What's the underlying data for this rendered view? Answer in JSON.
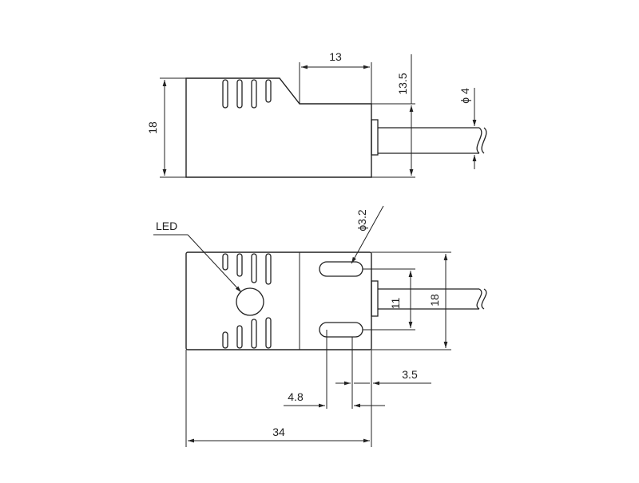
{
  "labels": {
    "led": "LED",
    "phi_cable": "ϕ 4",
    "phi_hole": "ϕ3.2"
  },
  "dimensions": {
    "top_width": "13",
    "top_height": "13.5",
    "side_height": "18",
    "hole_spacing": "11",
    "front_height": "18",
    "offset_3_5": "3.5",
    "offset_4_8": "4.8",
    "total_length": "34"
  }
}
